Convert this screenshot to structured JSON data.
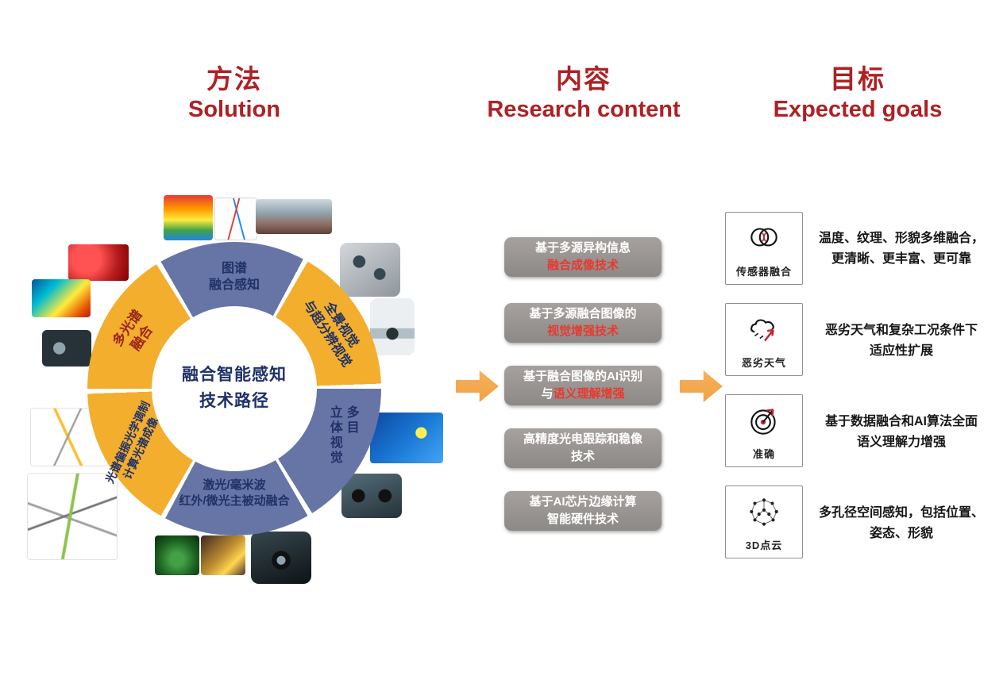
{
  "colors": {
    "red": "#AF2024",
    "navy": "#1F3168",
    "maroon": "#99261C",
    "yellow": "#F2AE2C",
    "blue": "#6775A6",
    "orange": "#F2A245",
    "box_gray": "#98948F",
    "box_red": "#E8392E"
  },
  "headers": {
    "solution_zh": "方法",
    "solution_en": "Solution",
    "content_zh": "内容",
    "content_en": "Research content",
    "goals_zh": "目标",
    "goals_en": "Expected goals"
  },
  "solution": {
    "center_l1": "融合智能感知",
    "center_l2": "技术路径",
    "segments": [
      {
        "l1": "图谱",
        "l2": "融合感知"
      },
      {
        "l1": "全景视觉",
        "l2": "与超分辨视觉"
      },
      {
        "l1": "多目",
        "l2": "立体视觉"
      },
      {
        "l1": "激光/毫米波",
        "l2": "红外/微光主被动融合"
      },
      {
        "l1": "光谱偏振光学调制",
        "l2": "计算光谱成像"
      },
      {
        "l1": "多光谱",
        "l2": "融合"
      }
    ],
    "figures": [
      "multispectral-surface-plot",
      "spectral-curves-chart",
      "panorama-strip",
      "red-fruit-photo",
      "fruit-thermal-photo",
      "spectral-camera-device",
      "optical-modulation-diagram",
      "optical-path-diagram",
      "multi-aperture-camera",
      "ptz-camera",
      "thermal-boxes-image",
      "stereo-camera",
      "night-vision-image",
      "infrared-scene-image",
      "gimbal-camera"
    ]
  },
  "research": {
    "boxes": [
      {
        "line1": "基于多源异构信息",
        "line2_white": "",
        "line2_red": "融合成像技术"
      },
      {
        "line1": "基于多源融合图像的",
        "line2_white": "",
        "line2_red": "视觉增强技术"
      },
      {
        "line1": "基于融合图像的AI识别",
        "line2_white": "与",
        "line2_red": "语义理解增强"
      },
      {
        "line1": "高精度光电跟踪和稳像",
        "line2_white": "技术",
        "line2_red": ""
      },
      {
        "line1": "基于AI芯片边缘计算",
        "line2_white": "智能硬件技术",
        "line2_red": ""
      }
    ]
  },
  "goals": [
    {
      "icon": "sensor-fusion-venn-icon",
      "label": "传感器融合",
      "desc1": "温度、纹理、形貌多维融合，",
      "desc2": "更清晰、更丰富、更可靠"
    },
    {
      "icon": "bad-weather-icon",
      "label": "恶劣天气",
      "desc1": "恶劣天气和复杂工况条件下",
      "desc2": "适应性扩展"
    },
    {
      "icon": "accuracy-target-icon",
      "label": "准确",
      "desc1": "基于数据融合和AI算法全面",
      "desc2": "语义理解力增强"
    },
    {
      "icon": "point-cloud-icon",
      "label": "3D点云",
      "desc1": "多孔径空间感知，包括位置、",
      "desc2": "姿态、形貌"
    }
  ]
}
